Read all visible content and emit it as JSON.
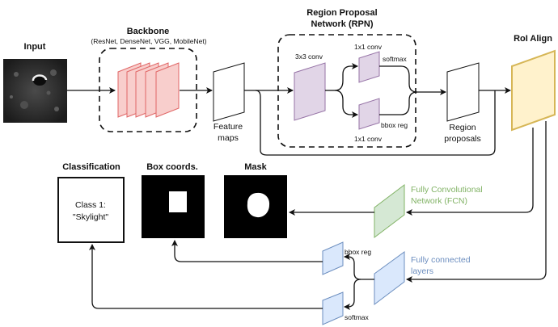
{
  "labels": {
    "input": "Input",
    "backbone_title": "Backbone",
    "backbone_sub": "(ResNet, DenseNet, VGG, MobileNet)",
    "rpn_title_1": "Region Proposal",
    "rpn_title_2": "Network (RPN)",
    "conv3x3": "3x3 conv",
    "conv1x1_top": "1x1 conv",
    "conv1x1_bottom": "1x1 conv",
    "softmax_rpn": "softmax",
    "bbox_reg_rpn": "bbox reg",
    "feature_maps_1": "Feature",
    "feature_maps_2": "maps",
    "region_proposals_1": "Region",
    "region_proposals_2": "proposals",
    "roi_align": "RoI Align",
    "fcn_1": "Fully Convolutional",
    "fcn_2": "Network (FCN)",
    "fc_1": "Fully connected",
    "fc_2": "layers",
    "bbox_reg_head": "bbox reg",
    "softmax_head": "softmax",
    "classification": "Classification",
    "box_coords": "Box coords.",
    "mask": "Mask",
    "class_1": "Class 1:",
    "class_2": "\"Skylight\""
  },
  "colors": {
    "backbone_fill": "#f8cecc",
    "backbone_stroke": "#e06666",
    "rpn_fill": "#e1d5e7",
    "rpn_stroke": "#9673a6",
    "roi_fill": "#fff2cc",
    "roi_stroke": "#d6b656",
    "fcn_fill": "#d5e8d4",
    "fcn_stroke": "#82b366",
    "fc_fill": "#dae8fc",
    "fc_stroke": "#6c8ebf"
  }
}
